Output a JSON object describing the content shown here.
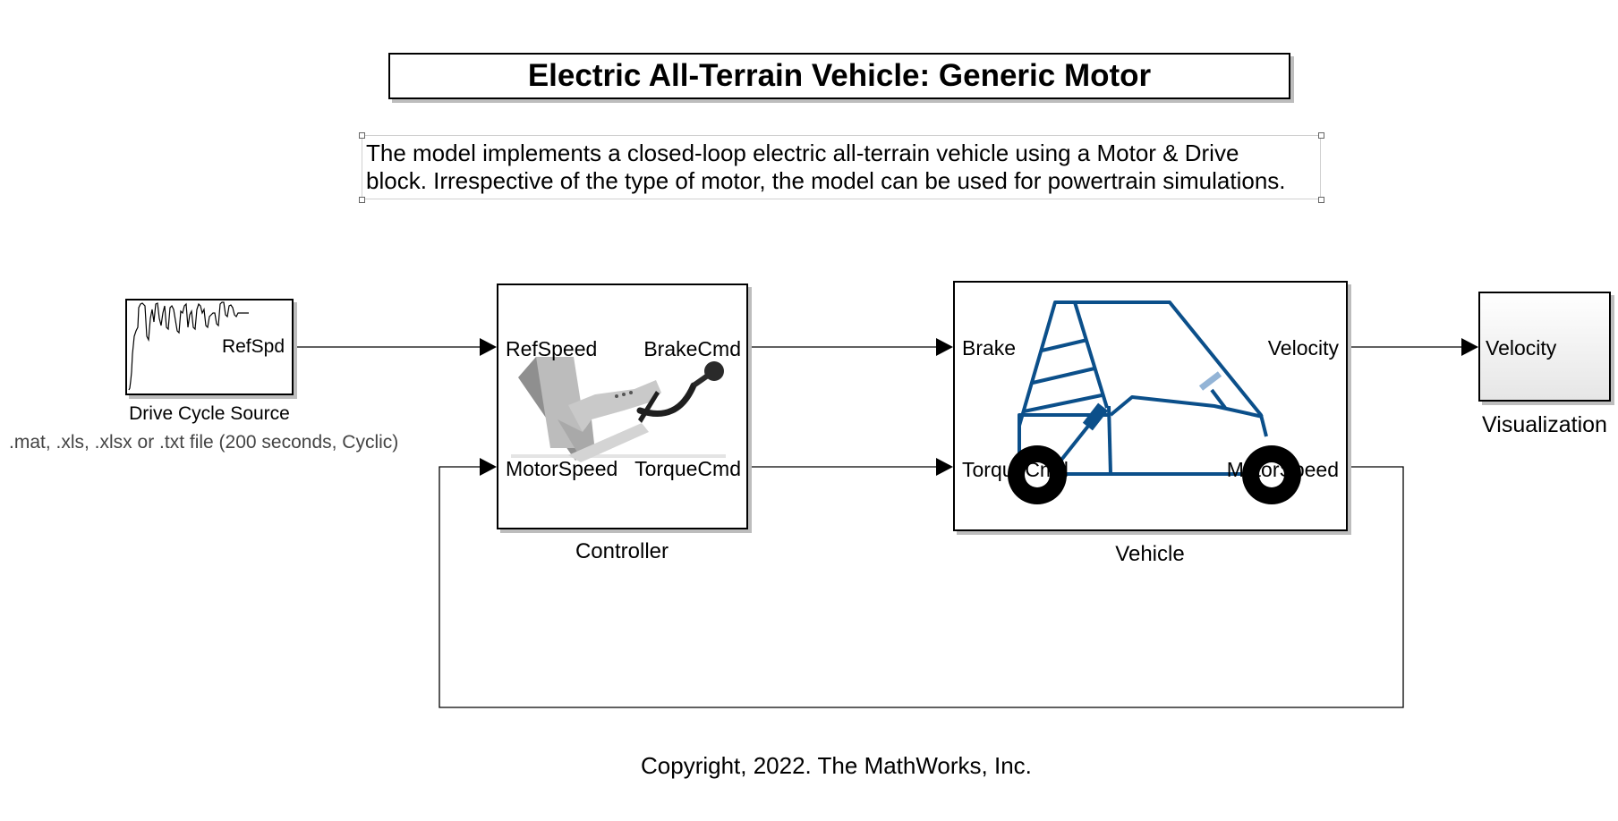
{
  "title": "Electric All-Terrain Vehicle: Generic Motor",
  "description": {
    "line1": "The model implements a closed-loop electric all-terrain vehicle using a Motor & Drive",
    "line2": "block. Irrespective of the type of motor, the model can be used for powertrain simulations."
  },
  "blocks": {
    "drive_cycle": {
      "label": "Drive Cycle Source",
      "sublabel": ".mat, .xls, .xlsx or .txt file (200  seconds, Cyclic)",
      "out_port": "RefSpd"
    },
    "controller": {
      "label": "Controller",
      "in_ports": [
        "RefSpeed",
        "MotorSpeed"
      ],
      "out_ports": [
        "BrakeCmd",
        "TorqueCmd"
      ]
    },
    "vehicle": {
      "label": "Vehicle",
      "in_ports": [
        "Brake",
        "TorqueCmd"
      ],
      "out_ports": [
        "Velocity",
        "MotorSpeed"
      ]
    },
    "visualization": {
      "label": "Visualization",
      "in_port": "Velocity"
    }
  },
  "copyright": "Copyright, 2022. The MathWorks, Inc.",
  "colors": {
    "vehicle_frame": "#0b4f8a",
    "shadow": "#bdbdbd",
    "line": "#000000"
  }
}
